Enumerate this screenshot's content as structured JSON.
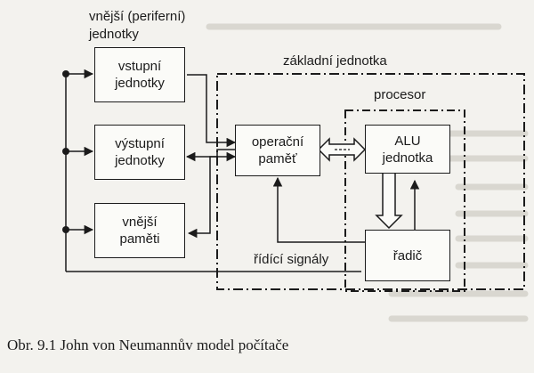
{
  "diagram": {
    "labels": {
      "peripheral_group": "vnější (periferní)\njednotky",
      "base_unit": "základní jednotka",
      "processor": "procesor",
      "control_signals": "řídící signály"
    },
    "boxes": {
      "input": "vstupní\njednotky",
      "output": "výstupní\njednotky",
      "external_memory": "vnější\npaměti",
      "operating_memory": "operační\npaměť",
      "alu": "ALU\njednotka",
      "controller": "řadič"
    }
  },
  "caption": "Obr. 9.1   John von Neumannův model počítače"
}
